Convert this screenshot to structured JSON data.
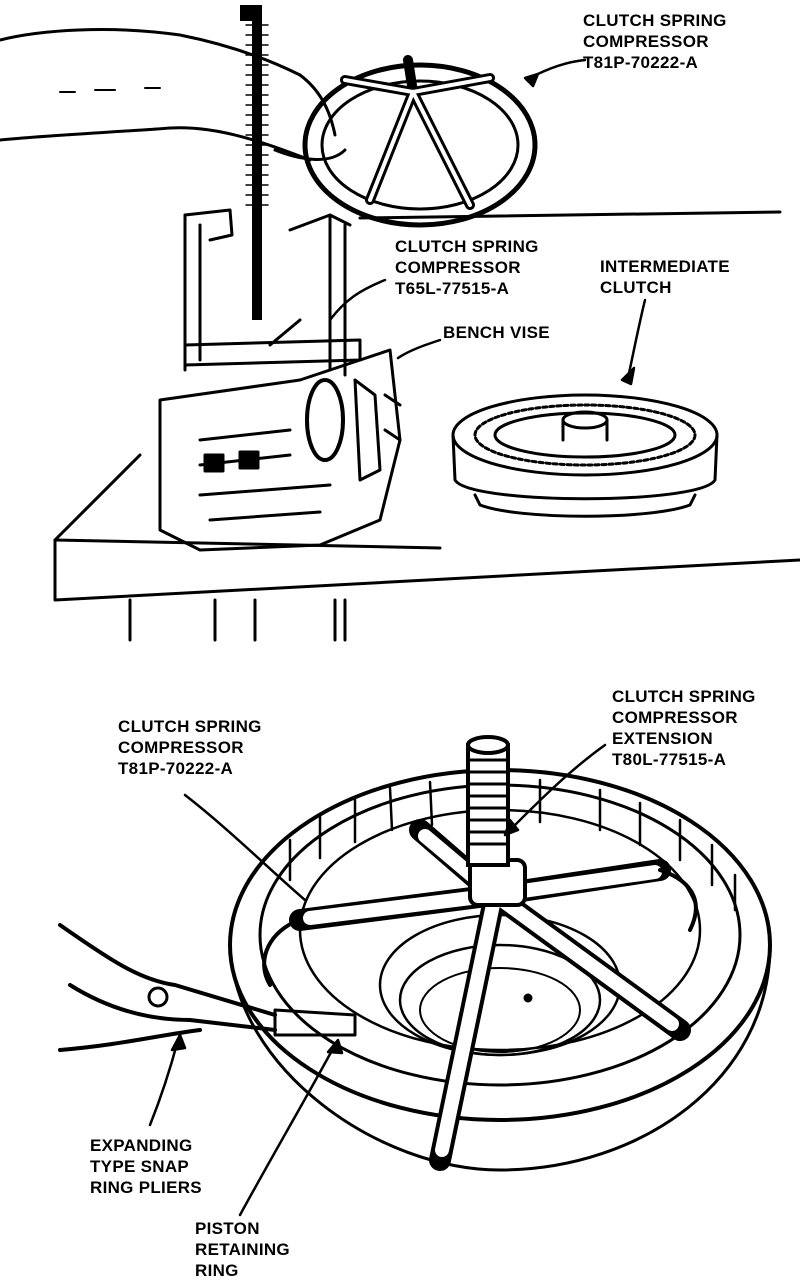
{
  "top_figure": {
    "labels": {
      "compressor_top": [
        "CLUTCH SPRING",
        "COMPRESSOR",
        "T81P-70222-A"
      ],
      "compressor_mid": [
        "CLUTCH SPRING",
        "COMPRESSOR",
        "T65L-77515-A"
      ],
      "intermediate_clutch": [
        "INTERMEDIATE",
        "CLUTCH"
      ],
      "bench_vise": [
        "BENCH VISE"
      ]
    }
  },
  "bottom_figure": {
    "labels": {
      "compressor_left": [
        "CLUTCH SPRING",
        "COMPRESSOR",
        "T81P-70222-A"
      ],
      "compressor_extension": [
        "CLUTCH SPRING",
        "COMPRESSOR",
        "EXTENSION",
        "T80L-77515-A"
      ],
      "snap_ring_pliers": [
        "EXPANDING",
        "TYPE SNAP",
        "RING PLIERS"
      ],
      "piston_retaining_ring": [
        "PISTON",
        "RETAINING",
        "RING"
      ]
    }
  },
  "colors": {
    "ink": "#000000",
    "paper": "#ffffff"
  }
}
